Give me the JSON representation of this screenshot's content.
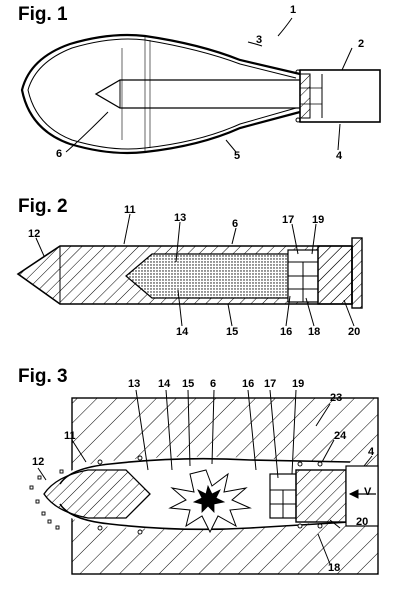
{
  "figures": [
    {
      "label": "Fig. 1",
      "refs": [
        "1",
        "2",
        "3",
        "4",
        "5",
        "6"
      ]
    },
    {
      "label": "Fig. 2",
      "refs": [
        "6",
        "11",
        "12",
        "13",
        "14",
        "15",
        "16",
        "17",
        "18",
        "19",
        "20"
      ]
    },
    {
      "label": "Fig. 3",
      "refs": [
        "4",
        "6",
        "11",
        "12",
        "13",
        "14",
        "15",
        "16",
        "17",
        "18",
        "19",
        "20",
        "23",
        "24",
        "V"
      ]
    }
  ]
}
